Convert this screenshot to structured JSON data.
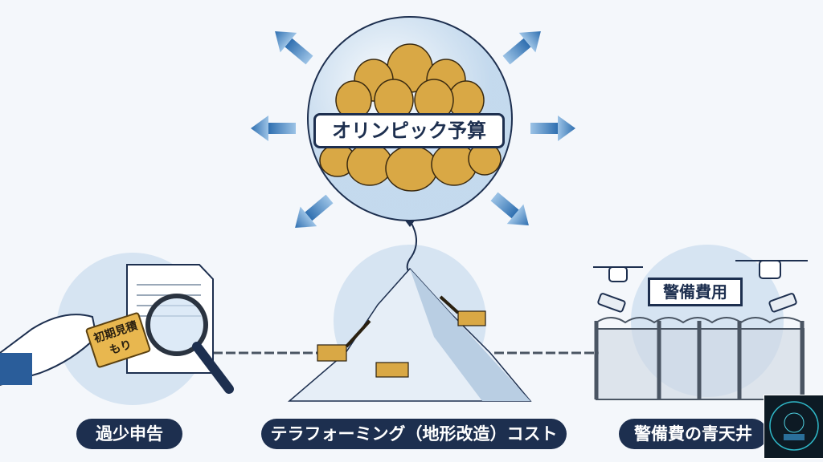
{
  "balloon": {
    "label": "オリンピック予算"
  },
  "tag": {
    "label": "初期見積もり"
  },
  "sign": {
    "label": "警備費用"
  },
  "captions": [
    {
      "label": "過少申告"
    },
    {
      "label": "テラフォーミング（地形改造）コスト"
    },
    {
      "label": "警備費の青天井"
    }
  ],
  "colors": {
    "navy": "#1d2f4f",
    "arrow": "#3d7fbf",
    "gold": "#d9a845",
    "circle": "#d6e4f2"
  }
}
